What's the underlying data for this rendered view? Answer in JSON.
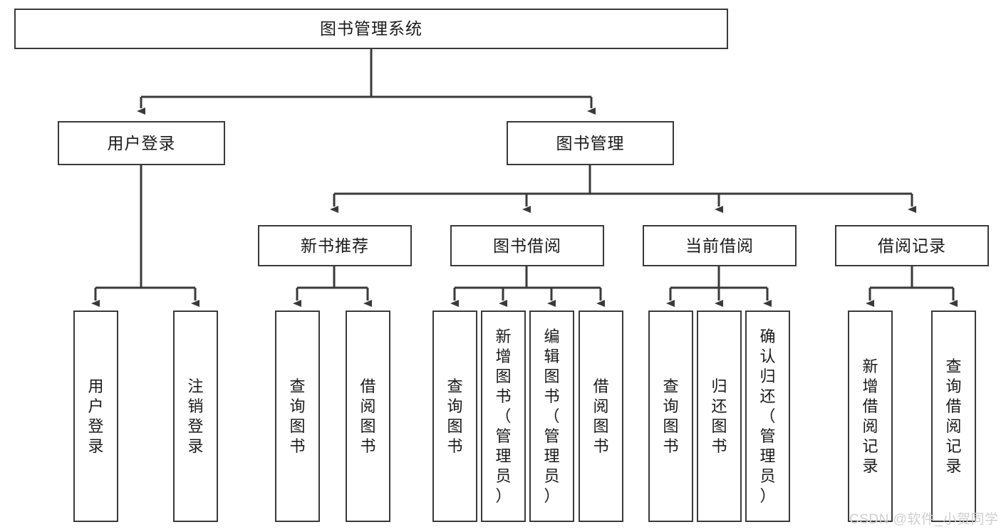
{
  "diagram": {
    "title": "图书管理系统",
    "type": "tree",
    "root": {
      "id": "root",
      "label": "图书管理系统"
    },
    "level2": [
      {
        "id": "user-login",
        "label": "用户登录"
      },
      {
        "id": "book-manage",
        "label": "图书管理"
      }
    ],
    "level3": [
      {
        "id": "new-book-recommend",
        "label": "新书推荐"
      },
      {
        "id": "book-borrow",
        "label": "图书借阅"
      },
      {
        "id": "current-borrow",
        "label": "当前借阅"
      },
      {
        "id": "borrow-record",
        "label": "借阅记录"
      }
    ],
    "leaves": {
      "user_login": [
        {
          "id": "leaf-user-login",
          "label": "用户登录"
        },
        {
          "id": "leaf-logout",
          "label": "注销登录"
        }
      ],
      "new_book_recommend": [
        {
          "id": "leaf-query-book-1",
          "label": "查询图书"
        },
        {
          "id": "leaf-borrow-book-1",
          "label": "借阅图书"
        }
      ],
      "book_borrow": [
        {
          "id": "leaf-query-book-2",
          "label": "查询图书"
        },
        {
          "id": "leaf-add-book",
          "label": "新增图书（管理员）"
        },
        {
          "id": "leaf-edit-book",
          "label": "编辑图书（管理员）"
        },
        {
          "id": "leaf-borrow-book-2",
          "label": "借阅图书"
        }
      ],
      "current_borrow": [
        {
          "id": "leaf-query-book-3",
          "label": "查询图书"
        },
        {
          "id": "leaf-return-book",
          "label": "归还图书"
        },
        {
          "id": "leaf-confirm-return",
          "label": "确认归还（管理员）"
        }
      ],
      "borrow_record": [
        {
          "id": "leaf-add-record",
          "label": "新增借阅记录"
        },
        {
          "id": "leaf-query-record",
          "label": "查询借阅记录"
        }
      ]
    }
  },
  "watermark": {
    "text": "CSDN @软件_小贺同学"
  },
  "colors": {
    "stroke": "#3a3a3a",
    "text": "#1a1a1a",
    "background": "#ffffff",
    "watermark": "#cfcfcf"
  }
}
